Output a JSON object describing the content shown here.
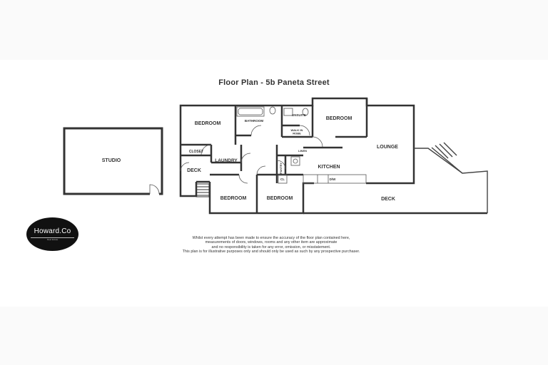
{
  "title": "Floor Plan - 5b Paneta Street",
  "rooms": {
    "studio": "STUDIO",
    "bedroom_top_left": "BEDROOM",
    "bathroom": "BATHROOM",
    "ensuite": "ENSUITE",
    "walk_in_robe": "WALK IN\nROBE",
    "bedroom_top_right": "BEDROOM",
    "lounge": "LOUNGE",
    "closet": "CLOSET",
    "laundry": "LAUNDRY",
    "deck_left": "DECK",
    "kitchen": "KITCHEN",
    "pantry": "PANTRY",
    "linen": "LINEN",
    "cl": "CL",
    "dw": "D/W",
    "bedroom_bottom_left": "BEDROOM",
    "bedroom_bottom_right": "BEDROOM",
    "deck_right": "DECK"
  },
  "logo": {
    "name": "Howard.Co",
    "subtitle": "Real Estate"
  },
  "disclaimer": [
    "Whilst every attempt has been made to ensure the accuracy of the floor plan contained here,",
    "measurements of doors, windows, rooms and any other item are approximate",
    "and no responsibility is taken for any error, omission, or misstatement.",
    "This plan is for illustrative purposes only and should only be used as such by any prospective purchaser."
  ]
}
